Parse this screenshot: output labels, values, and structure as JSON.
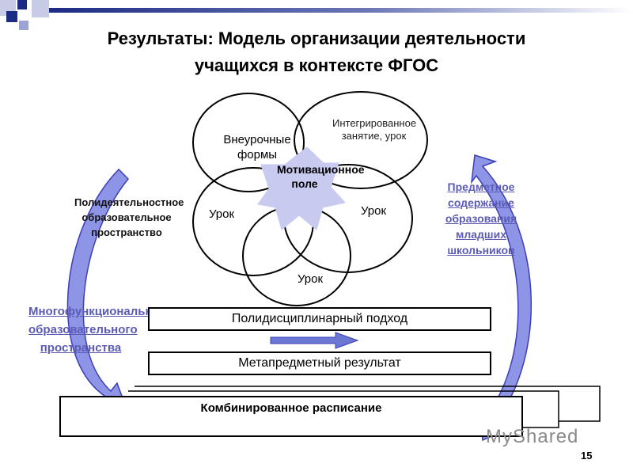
{
  "title": {
    "line1": "Результаты: Модель организации деятельности",
    "line2": "учащихся  в контексте ФГОС"
  },
  "circles": {
    "extracurricular": "Внеурочные формы",
    "integrated": "Интегрированное занятие, урок",
    "lesson_left": "Урок",
    "lesson_right": "Урок",
    "lesson_bottom": "Урок"
  },
  "star": {
    "label": "Мотивационное поле"
  },
  "left_text": "Полидеятельностное образовательное пространство",
  "right_link": "Предметное содержание образования младших школьников",
  "left_link": "Многофункциональность образовательного пространства",
  "boxes": {
    "polydisciplinary": "Полидисциплинарный подход",
    "metasubject": "Метапредметный результат",
    "schedule": "Комбинированное расписание"
  },
  "watermark": "MyShared",
  "page_number": "15",
  "colors": {
    "arrow_fill": "#8f95e6",
    "arrow_edge": "#3a3fb5",
    "star_fill": "#c8caf0",
    "deco_navy": "#1c2b83",
    "link": "#5b5bb6"
  }
}
